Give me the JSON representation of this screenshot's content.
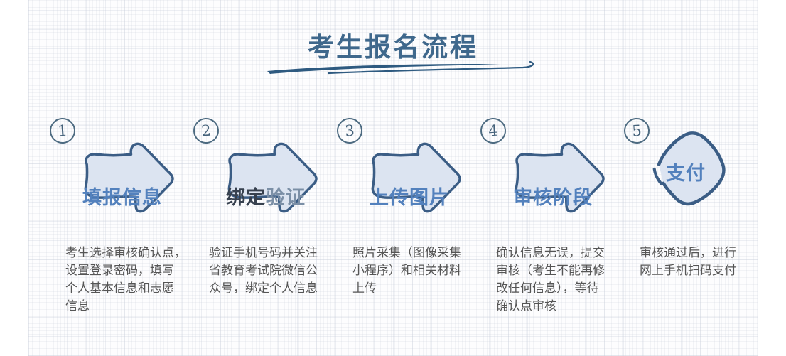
{
  "title": "考生报名流程",
  "steps": [
    {
      "number": "1",
      "label_primary": "填报信息",
      "label_secondary": "",
      "shape": "arrow",
      "description": "考生选择审核确认点，\n设置登录密码，填写\n个人基本信息和志愿\n信息"
    },
    {
      "number": "2",
      "label_primary": "绑定",
      "label_secondary": "验证",
      "shape": "arrow",
      "description": "验证手机号码并关注\n省教育考试院微信公\n众号，绑定个人信息"
    },
    {
      "number": "3",
      "label_primary": "上传图片",
      "label_secondary": "",
      "shape": "arrow",
      "description": "照片采集（图像采集\n小程序）和相关材料\n上传"
    },
    {
      "number": "4",
      "label_primary": "审核阶段",
      "label_secondary": "",
      "shape": "arrow",
      "description": "确认信息无误，提交\n审核（考生不能再修\n改任何信息），等待\n确认点审核"
    },
    {
      "number": "5",
      "label_primary": "支付",
      "label_secondary": "",
      "shape": "diamond",
      "description": "审核通过后，进行\n网上手机扫码支付"
    }
  ],
  "colors": {
    "title_ink": "#3f688c",
    "shape_fill": "#dce4f1",
    "shape_stroke": "#3b5d85",
    "label_blue": "#5381bd",
    "label_dark": "#37414f",
    "label_muted": "#7b8fa6",
    "description_text": "#555555",
    "swoosh": "#2e5a80",
    "number_ink": "#44617a"
  }
}
